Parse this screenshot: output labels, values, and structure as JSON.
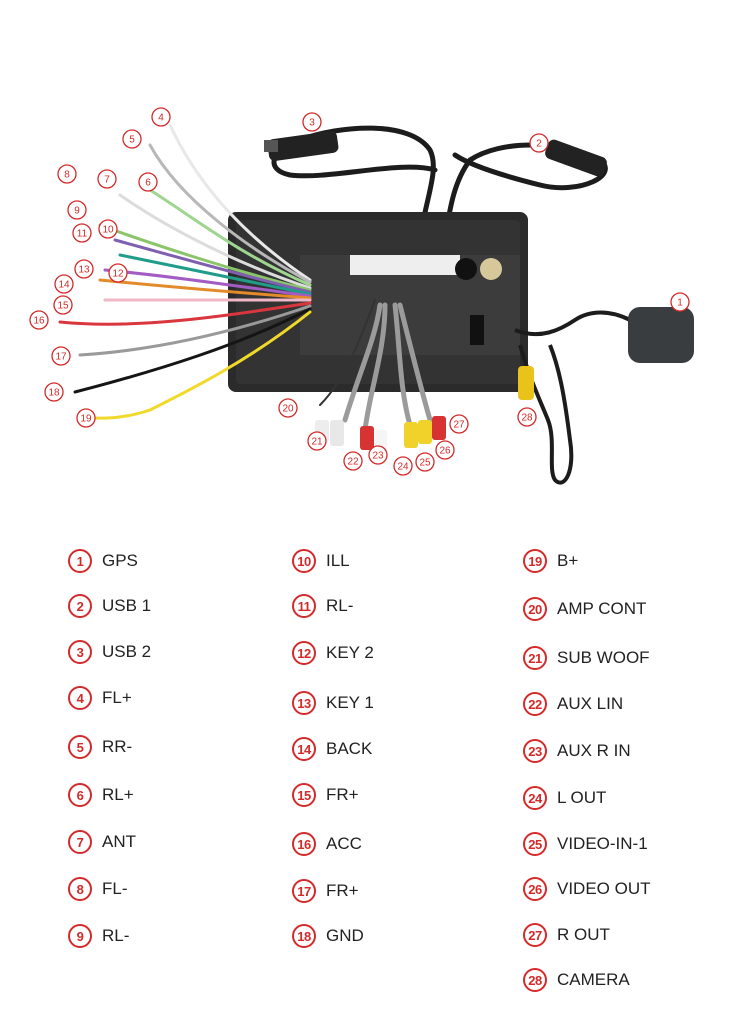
{
  "legend": {
    "columns": [
      [
        {
          "num": "1",
          "label": "GPS"
        },
        {
          "num": "2",
          "label": "USB 1"
        },
        {
          "num": "3",
          "label": "USB 2"
        },
        {
          "num": "4",
          "label": "FL+"
        },
        {
          "num": "5",
          "label": "RR-"
        },
        {
          "num": "6",
          "label": "RL+"
        },
        {
          "num": "7",
          "label": "ANT"
        },
        {
          "num": "8",
          "label": "FL-"
        },
        {
          "num": "9",
          "label": "RL-"
        }
      ],
      [
        {
          "num": "10",
          "label": "ILL"
        },
        {
          "num": "11",
          "label": "RL-"
        },
        {
          "num": "12",
          "label": "KEY 2"
        },
        {
          "num": "13",
          "label": "KEY 1"
        },
        {
          "num": "14",
          "label": "BACK"
        },
        {
          "num": "15",
          "label": "FR+"
        },
        {
          "num": "16",
          "label": "ACC"
        },
        {
          "num": "17",
          "label": "FR+"
        },
        {
          "num": "18",
          "label": "GND"
        }
      ],
      [
        {
          "num": "19",
          "label": "B+"
        },
        {
          "num": "20",
          "label": "AMP CONT"
        },
        {
          "num": "21",
          "label": "SUB WOOF"
        },
        {
          "num": "22",
          "label": "AUX LIN"
        },
        {
          "num": "23",
          "label": "AUX R IN"
        },
        {
          "num": "24",
          "label": "L OUT"
        },
        {
          "num": "25",
          "label": "VIDEO-IN-1"
        },
        {
          "num": "26",
          "label": "VIDEO OUT"
        },
        {
          "num": "27",
          "label": "R OUT"
        },
        {
          "num": "28",
          "label": "CAMERA"
        }
      ]
    ]
  },
  "callouts": [
    "1",
    "2",
    "3",
    "4",
    "5",
    "6",
    "7",
    "8",
    "9",
    "10",
    "11",
    "12",
    "13",
    "14",
    "15",
    "16",
    "17",
    "18",
    "19",
    "20",
    "21",
    "22",
    "23",
    "24",
    "25",
    "26",
    "27",
    "28"
  ],
  "colors": {
    "accent_red": "#d42a2a",
    "label_text": "#222222",
    "unit_body": "#2a2a2a",
    "cable_black": "#1c1c1c"
  }
}
